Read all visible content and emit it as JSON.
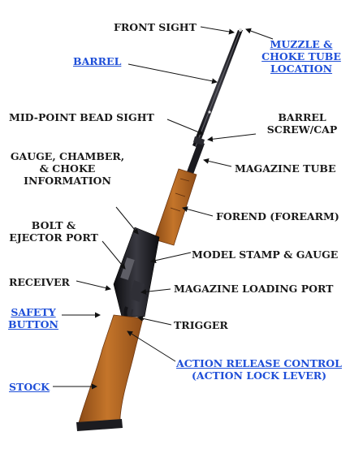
{
  "labels": {
    "front_sight": "FRONT SIGHT",
    "muzzle_line1": "MUZZLE &",
    "muzzle_line2": "CHOKE TUBE",
    "muzzle_line3": "LOCATION",
    "barrel": "BARREL",
    "mid_bead": "MID-POINT BEAD SIGHT",
    "barrel_screw_line1": "BARREL",
    "barrel_screw_line2": "SCREW/CAP",
    "gauge_line1": "GAUGE, CHAMBER,",
    "gauge_line2": "& CHOKE",
    "gauge_line3": "INFORMATION",
    "magazine_tube": "MAGAZINE TUBE",
    "bolt_line1": "BOLT &",
    "bolt_line2": "EJECTOR PORT",
    "forend": "FOREND (FOREARM)",
    "model_stamp": "MODEL STAMP & GAUGE",
    "receiver": "RECEIVER",
    "magazine_port": "MAGAZINE LOADING PORT",
    "safety_line1": "SAFETY",
    "safety_line2": "BUTTON",
    "trigger": "TRIGGER",
    "action_release_line1": "ACTION RELEASE CONTROL",
    "action_release_line2": "(ACTION LOCK LEVER)",
    "stock": "STOCK"
  },
  "colors": {
    "text": "#1a1a1a",
    "link": "#1f4fd8",
    "wood": "#b5651d",
    "wood_dark": "#7a3e10",
    "metal": "#141418",
    "metal_highlight": "#55555d"
  },
  "icons": [
    "shotgun-illustration"
  ]
}
